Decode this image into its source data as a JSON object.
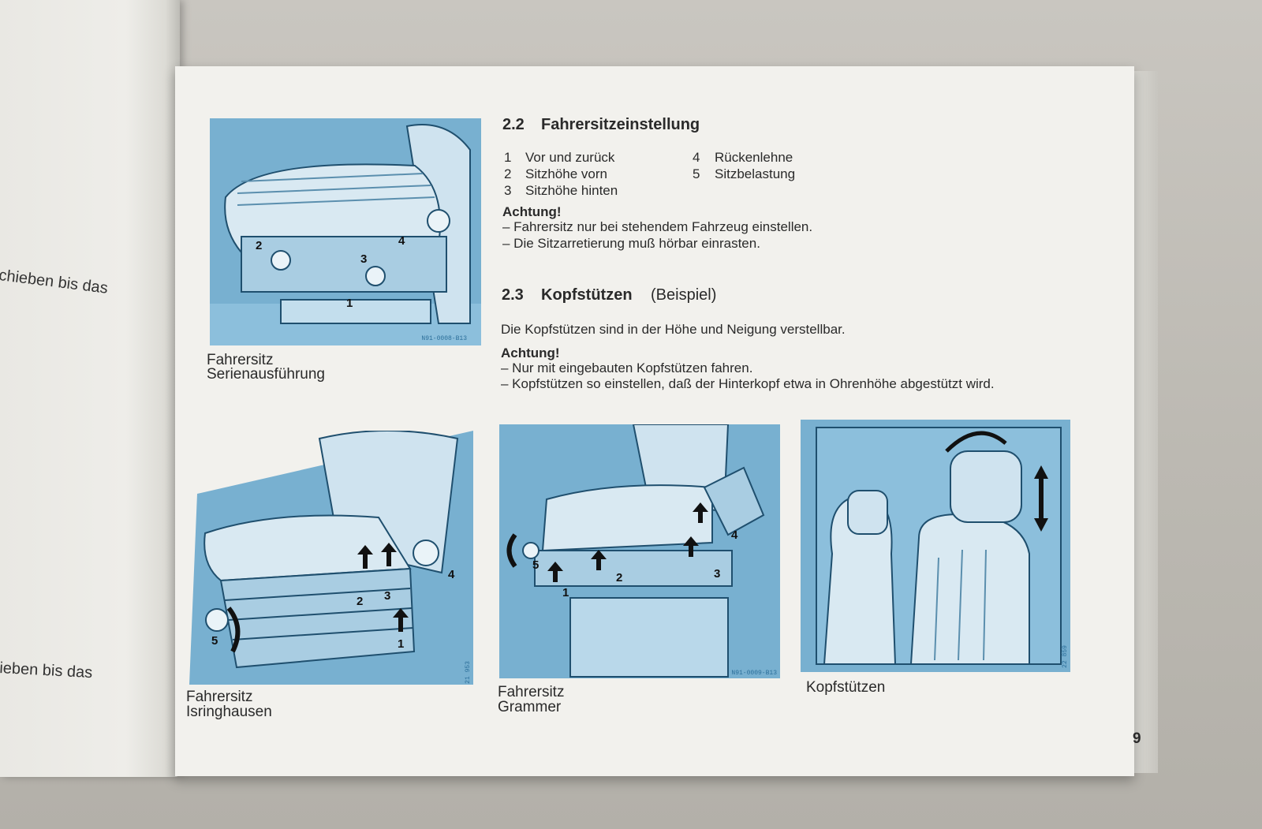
{
  "left_page": {
    "line1": "chieben bis das",
    "line2": "ieben bis das"
  },
  "section_2_2": {
    "number": "2.2",
    "title": "Fahrersitzeinstellung",
    "items": [
      {
        "num": "1",
        "label": "Vor und zurück"
      },
      {
        "num": "2",
        "label": "Sitzhöhe vorn"
      },
      {
        "num": "3",
        "label": "Sitzhöhe hinten"
      },
      {
        "num": "4",
        "label": "Rückenlehne"
      },
      {
        "num": "5",
        "label": "Sitzbelastung"
      }
    ],
    "warning_title": "Achtung!",
    "warnings": [
      "– Fahrersitz nur bei stehendem Fahrzeug einstellen.",
      "– Die Sitzarretierung muß hörbar einrasten."
    ]
  },
  "section_2_3": {
    "number": "2.3",
    "title": "Kopfstützen",
    "title_suffix": "(Beispiel)",
    "intro": "Die Kopfstützen sind in der Höhe und Neigung verstellbar.",
    "warning_title": "Achtung!",
    "warnings": [
      "– Nur mit eingebauten Kopfstützen fahren.",
      "– Kopfstützen so einstellen, daß der Hinterkopf etwa in Ohrenhöhe abgestützt wird."
    ]
  },
  "figures": {
    "serien": {
      "caption1": "Fahrersitz",
      "caption2": "Serienausführung",
      "code": "N91-0008-B13",
      "labels": [
        "1",
        "2",
        "3",
        "4"
      ]
    },
    "isringhausen": {
      "caption1": "Fahrersitz",
      "caption2": "Isringhausen",
      "code": "FG 21 953",
      "labels": [
        "1",
        "2",
        "3",
        "4",
        "5"
      ]
    },
    "grammer": {
      "caption1": "Fahrersitz",
      "caption2": "Grammer",
      "code": "N91-0009-B13",
      "labels": [
        "1",
        "2",
        "3",
        "4",
        "5"
      ]
    },
    "kopfstuetzen": {
      "caption1": "Kopfstützen",
      "code": "FG 22 859"
    }
  },
  "page_number": "9",
  "colors": {
    "illustration_blue": "#6ea6c8",
    "paper": "#f2f1ed"
  }
}
